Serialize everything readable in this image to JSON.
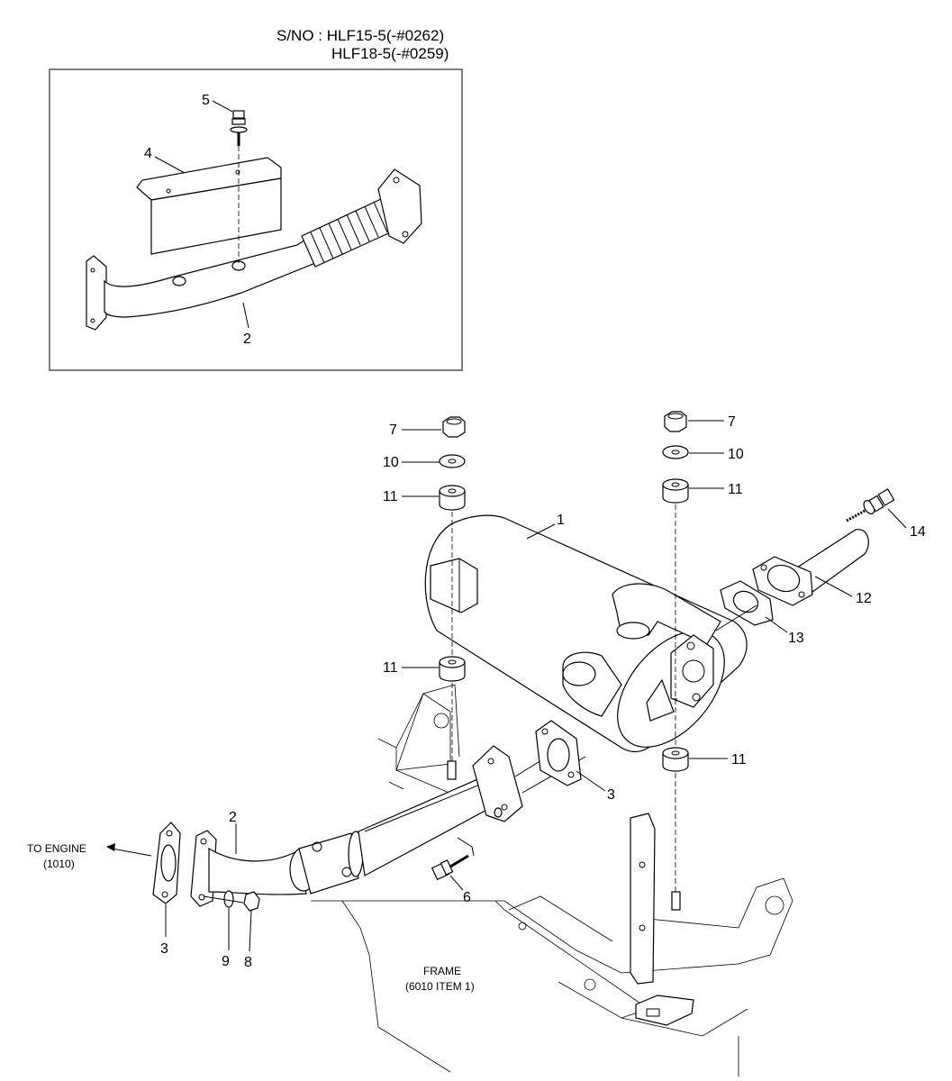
{
  "serial": {
    "line1": "S/NO : HLF15-5(-#0262)",
    "line2": "HLF18-5(-#0259)"
  },
  "callouts": {
    "inset": {
      "c5": "5",
      "c4": "4",
      "c2": "2"
    },
    "main": {
      "c7_left": "7",
      "c10_left": "10",
      "c11_left_top": "11",
      "c11_left_bottom": "11",
      "c7_right": "7",
      "c10_right": "10",
      "c11_right_top": "11",
      "c11_right_bottom": "11",
      "c1": "1",
      "c14": "14",
      "c12": "12",
      "c13": "13",
      "c3_right": "3",
      "c2": "2",
      "c6": "6",
      "c3_left": "3",
      "c9": "9",
      "c8": "8"
    }
  },
  "notes": {
    "to_engine_line1": "TO ENGINE",
    "to_engine_line2": "(1010)",
    "frame_line1": "FRAME",
    "frame_line2": "(6010 ITEM 1)"
  }
}
